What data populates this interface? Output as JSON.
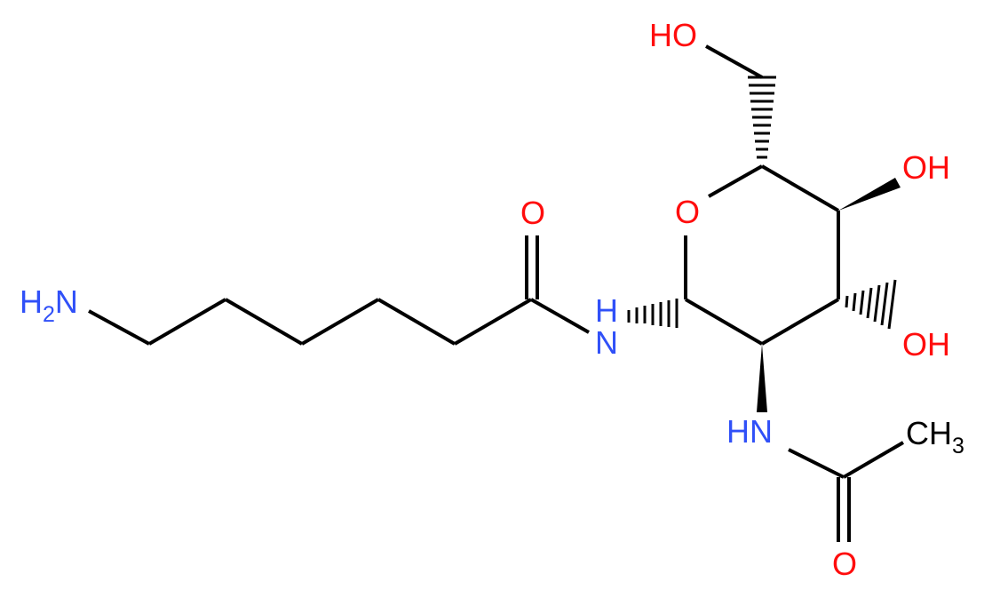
{
  "molecule": {
    "atoms": {
      "amine": {
        "text": "H2N",
        "main": "H",
        "sub": "2",
        "tail": "N",
        "color": "#3050f8"
      },
      "amide_n": {
        "text": "N",
        "main": "N",
        "sub2": "H",
        "color": "#3050f8"
      },
      "carbonyl_o": {
        "text": "O",
        "color": "#ff0d0d"
      },
      "ring_o": {
        "text": "O",
        "color": "#ff0d0d"
      },
      "hydroxymethyl": {
        "text": "HO",
        "color": "#ff0d0d"
      },
      "oh_4": {
        "text": "OH",
        "color": "#ff0d0d"
      },
      "oh_3": {
        "text": "OH",
        "color": "#ff0d0d"
      },
      "acetamido_n": {
        "text": "HN",
        "color": "#3050f8"
      },
      "methyl": {
        "text": "CH3",
        "main": "CH",
        "sub": "3",
        "color": "#000000"
      },
      "acetyl_o": {
        "text": "O",
        "color": "#ff0d0d"
      }
    }
  }
}
